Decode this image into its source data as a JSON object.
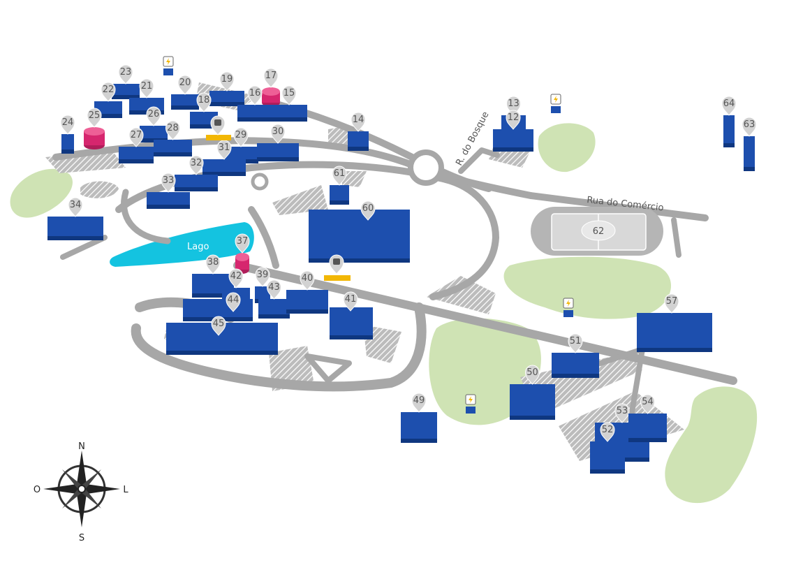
{
  "streets": {
    "bosque": "R. do Bosque",
    "comercio": "Rua do Comércio"
  },
  "areas": {
    "lake": "Lago",
    "field": "62"
  },
  "compass": {
    "north": "N",
    "south": "S",
    "west": "O",
    "east": "L"
  },
  "colors": {
    "building": "#1d4fae",
    "special": "#d6266e",
    "road": "#a7a7a7",
    "green": "#cfe3b4",
    "lake": "#14b8d8",
    "bus": "#f2b705"
  },
  "buildings": [
    {
      "id": "23",
      "label": "23"
    },
    {
      "id": "22",
      "label": "22"
    },
    {
      "id": "21",
      "label": "21"
    },
    {
      "id": "20",
      "label": "20"
    },
    {
      "id": "19",
      "label": "19"
    },
    {
      "id": "17",
      "label": "17"
    },
    {
      "id": "16",
      "label": "16"
    },
    {
      "id": "15",
      "label": "15"
    },
    {
      "id": "18",
      "label": "18"
    },
    {
      "id": "24",
      "label": "24"
    },
    {
      "id": "25",
      "label": "25"
    },
    {
      "id": "26",
      "label": "26"
    },
    {
      "id": "27",
      "label": "27"
    },
    {
      "id": "28",
      "label": "28"
    },
    {
      "id": "29",
      "label": "29"
    },
    {
      "id": "30",
      "label": "30"
    },
    {
      "id": "31",
      "label": "31"
    },
    {
      "id": "32",
      "label": "32"
    },
    {
      "id": "33",
      "label": "33"
    },
    {
      "id": "34",
      "label": "34"
    },
    {
      "id": "14",
      "label": "14"
    },
    {
      "id": "13",
      "label": "13"
    },
    {
      "id": "12",
      "label": "12"
    },
    {
      "id": "61",
      "label": "61"
    },
    {
      "id": "60",
      "label": "60"
    },
    {
      "id": "37",
      "label": "37"
    },
    {
      "id": "38",
      "label": "38"
    },
    {
      "id": "39",
      "label": "39"
    },
    {
      "id": "42",
      "label": "42"
    },
    {
      "id": "43",
      "label": "43"
    },
    {
      "id": "40",
      "label": "40"
    },
    {
      "id": "44",
      "label": "44"
    },
    {
      "id": "41",
      "label": "41"
    },
    {
      "id": "45",
      "label": "45"
    },
    {
      "id": "64",
      "label": "64"
    },
    {
      "id": "63",
      "label": "63"
    },
    {
      "id": "57",
      "label": "57"
    },
    {
      "id": "51",
      "label": "51"
    },
    {
      "id": "50",
      "label": "50"
    },
    {
      "id": "49",
      "label": "49"
    },
    {
      "id": "53",
      "label": "53"
    },
    {
      "id": "54",
      "label": "54"
    },
    {
      "id": "52",
      "label": "52"
    }
  ]
}
